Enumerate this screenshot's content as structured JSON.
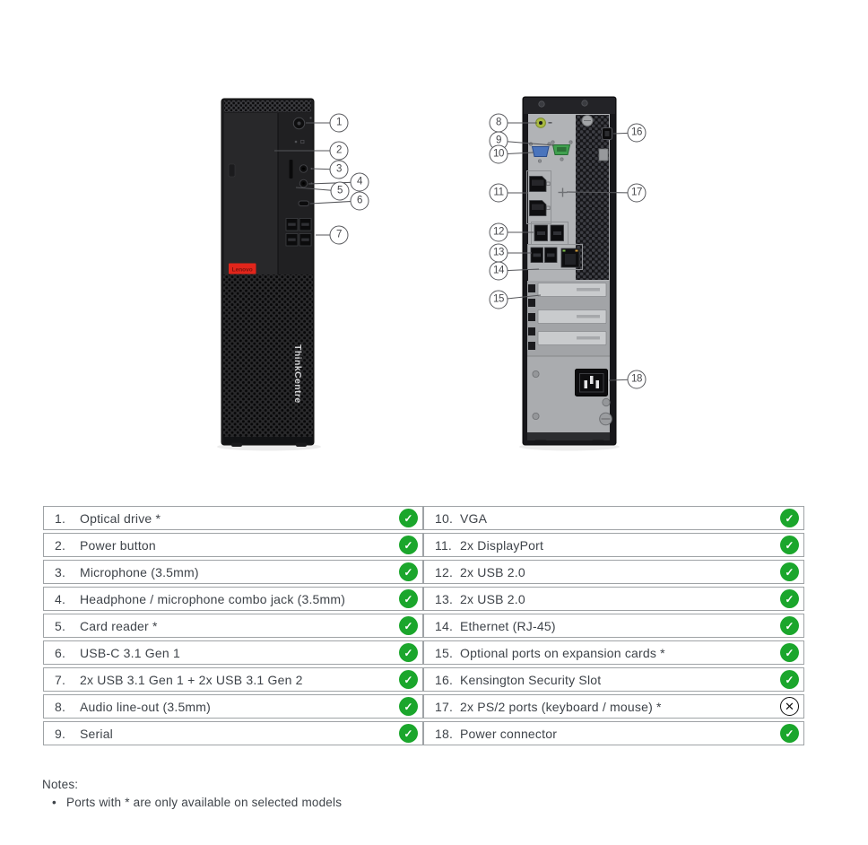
{
  "diagram": {
    "front_badge": "Lenovo",
    "side_logo": "ThinkCentre",
    "callout_numbers": [
      "1",
      "2",
      "3",
      "4",
      "5",
      "6",
      "7",
      "8",
      "9",
      "10",
      "11",
      "12",
      "13",
      "14",
      "15",
      "16",
      "17",
      "18"
    ]
  },
  "table": {
    "left": [
      {
        "num": "1.",
        "label": "Optical drive *",
        "status_class": "mark ok",
        "glyph": "✓"
      },
      {
        "num": "2.",
        "label": "Power button",
        "status_class": "mark ok",
        "glyph": "✓"
      },
      {
        "num": "3.",
        "label": "Microphone (3.5mm)",
        "status_class": "mark ok",
        "glyph": "✓"
      },
      {
        "num": "4.",
        "label": "Headphone / microphone combo jack (3.5mm)",
        "status_class": "mark ok",
        "glyph": "✓"
      },
      {
        "num": "5.",
        "label": "Card reader *",
        "status_class": "mark ok",
        "glyph": "✓"
      },
      {
        "num": "6.",
        "label": "USB-C 3.1 Gen 1",
        "status_class": "mark ok",
        "glyph": "✓"
      },
      {
        "num": "7.",
        "label": "2x USB 3.1 Gen 1 + 2x USB 3.1 Gen 2",
        "status_class": "mark ok",
        "glyph": "✓"
      },
      {
        "num": "8.",
        "label": "Audio line-out (3.5mm)",
        "status_class": "mark ok",
        "glyph": "✓"
      },
      {
        "num": "9.",
        "label": "Serial",
        "status_class": "mark ok",
        "glyph": "✓"
      }
    ],
    "right": [
      {
        "num": "10.",
        "label": "VGA",
        "status_class": "mark ok",
        "glyph": "✓"
      },
      {
        "num": "11.",
        "label": "2x DisplayPort",
        "status_class": "mark ok",
        "glyph": "✓"
      },
      {
        "num": "12.",
        "label": "2x USB 2.0",
        "status_class": "mark ok",
        "glyph": "✓"
      },
      {
        "num": "13.",
        "label": "2x USB 2.0",
        "status_class": "mark ok",
        "glyph": "✓"
      },
      {
        "num": "14.",
        "label": "Ethernet (RJ-45)",
        "status_class": "mark ok",
        "glyph": "✓"
      },
      {
        "num": "15.",
        "label": "Optional ports on expansion cards *",
        "status_class": "mark ok",
        "glyph": "✓"
      },
      {
        "num": "16.",
        "label": "Kensington Security Slot",
        "status_class": "mark ok",
        "glyph": "✓"
      },
      {
        "num": "17.",
        "label": "2x PS/2 ports (keyboard / mouse) *",
        "status_class": "mark cross",
        "glyph": "✕"
      },
      {
        "num": "18.",
        "label": "Power connector",
        "status_class": "mark ok",
        "glyph": "✓"
      }
    ]
  },
  "notes": {
    "title": "Notes:",
    "bullet": "•",
    "items": [
      "Ports with * are only available on selected models"
    ]
  },
  "colors": {
    "check_green": "#1BA62C",
    "lenovo_red": "#E1251B",
    "cross_black": "#111111"
  }
}
